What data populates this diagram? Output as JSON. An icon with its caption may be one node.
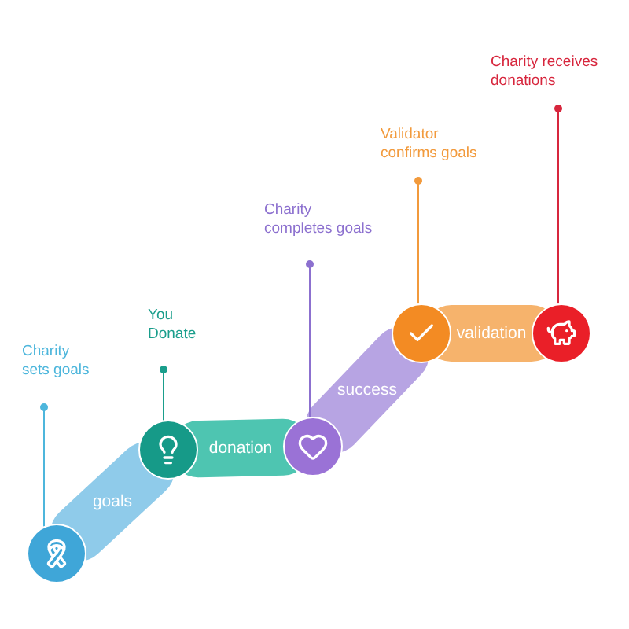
{
  "diagram": {
    "nodes": [
      {
        "text": [
          "Charity sets goals"
        ]
      },
      {
        "text": [],
        "shape": "circle"
      },
      {
        "text": [
          "You Donate"
        ]
      },
      {
        "text": [],
        "shape": "circle"
      },
      {
        "text": [
          "Charity completes goals"
        ]
      },
      {
        "text": [],
        "shape": "circle"
      },
      {
        "text": [
          "Validator confirms goals"
        ]
      },
      {
        "text": [],
        "shape": "circle"
      },
      {
        "text": [
          "Charity receives donations"
        ]
      },
      {
        "text": [],
        "shape": "circle"
      }
    ],
    "edges": [
      {
        "from": 1,
        "to": 3,
        "arrow": "none",
        "label": "goals",
        "style": "thick",
        "color": "#8fcbea"
      },
      {
        "from": 3,
        "to": 5,
        "arrow": "none",
        "label": "donation",
        "style": "thick",
        "color": "#4ec5b1"
      },
      {
        "from": 5,
        "to": 7,
        "arrow": "none",
        "label": "success",
        "style": "thick",
        "color": "#b7a4e3"
      },
      {
        "from": 7,
        "to": 9,
        "arrow": "none",
        "label": "validation",
        "style": "thick",
        "color": "#f6b36c"
      },
      {
        "from": 0,
        "to": 1,
        "arrow": "other",
        "color": "#4db6dc"
      },
      {
        "from": 2,
        "to": 3,
        "arrow": "other",
        "color": "#1a9e8c"
      },
      {
        "from": 4,
        "to": 5,
        "arrow": "other",
        "color": "#8c70cf"
      },
      {
        "from": 6,
        "to": 7,
        "arrow": "other",
        "color": "#f29a3c"
      },
      {
        "from": 8,
        "to": 9,
        "arrow": "other",
        "color": "#d7263d"
      }
    ]
  }
}
